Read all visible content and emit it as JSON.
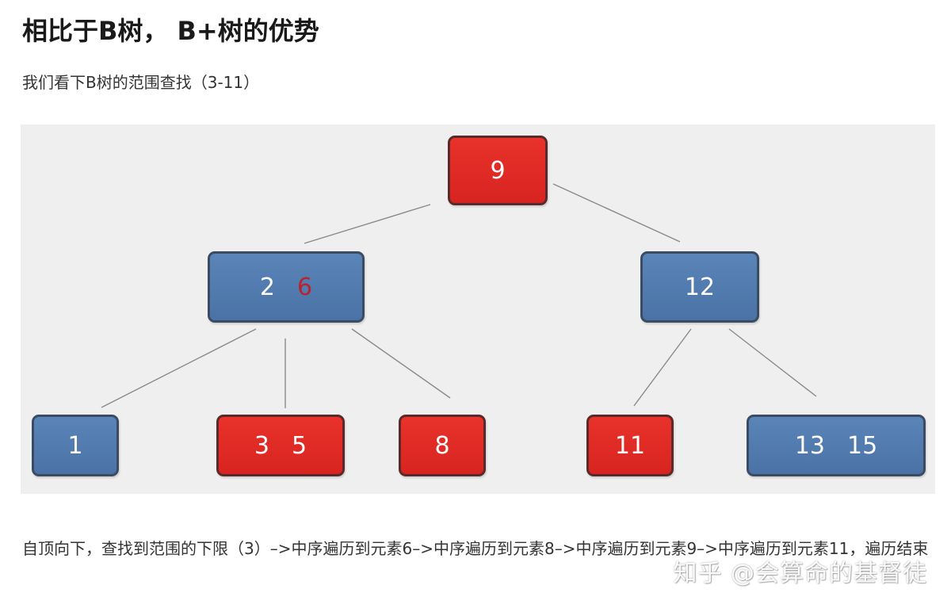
{
  "heading": "相比于B树， B+树的优势",
  "subtext": "我们看下B树的范围查找（3-11）",
  "tree": {
    "root": {
      "keys": [
        "9"
      ],
      "color": "red"
    },
    "left": {
      "keys": [
        "2",
        "6"
      ],
      "color": "blue"
    },
    "right": {
      "keys": [
        "12"
      ],
      "color": "blue"
    },
    "leaves": [
      {
        "keys": [
          "1"
        ],
        "color": "blue"
      },
      {
        "keys": [
          "3",
          "5"
        ],
        "color": "red"
      },
      {
        "keys": [
          "8"
        ],
        "color": "red"
      },
      {
        "keys": [
          "11"
        ],
        "color": "red"
      },
      {
        "keys": [
          "13",
          "15"
        ],
        "color": "blue"
      }
    ]
  },
  "colors": {
    "highlight_red": "#e12a25",
    "node_blue": "#4f7aad",
    "highlighted_key": "#b8232f"
  },
  "paragraph": "自顶向下，查找到范围的下限（3）–>中序遍历到元素6–>中序遍历到元素8–>中序遍历到元素9–>中序遍历到元素11，遍历结束",
  "watermark": "知乎 @会算命的基督徒"
}
